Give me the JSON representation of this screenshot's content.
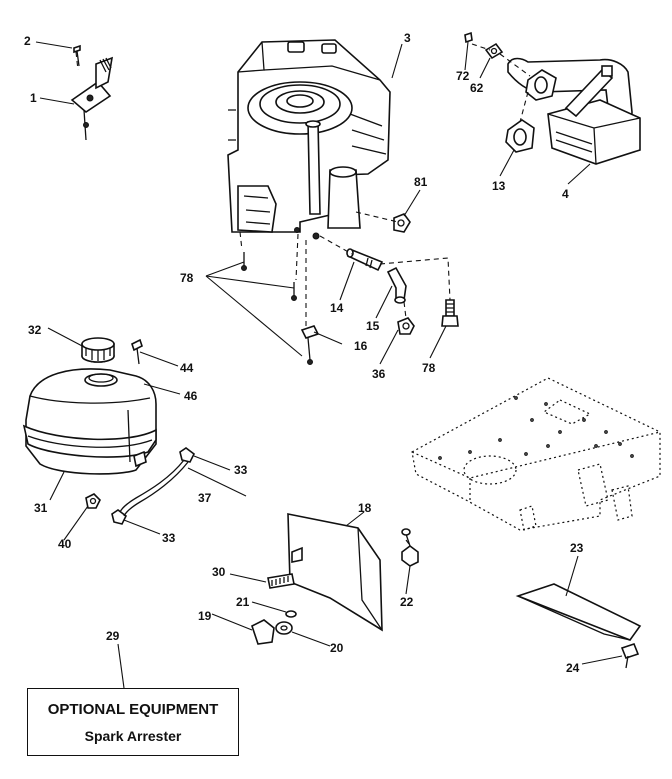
{
  "callouts": {
    "c1": "1",
    "c2": "2",
    "c3": "3",
    "c4": "4",
    "c13": "13",
    "c14": "14",
    "c15": "15",
    "c16": "16",
    "c18": "18",
    "c19": "19",
    "c20": "20",
    "c21": "21",
    "c22": "22",
    "c23": "23",
    "c24": "24",
    "c29": "29",
    "c30": "30",
    "c31": "31",
    "c32": "32",
    "c33a": "33",
    "c33b": "33",
    "c36": "36",
    "c37": "37",
    "c40": "40",
    "c44": "44",
    "c46": "46",
    "c62": "62",
    "c72": "72",
    "c78a": "78",
    "c78b": "78",
    "c81": "81"
  },
  "optional_box": {
    "title": "OPTIONAL EQUIPMENT",
    "subtitle": "Spark Arrester"
  }
}
